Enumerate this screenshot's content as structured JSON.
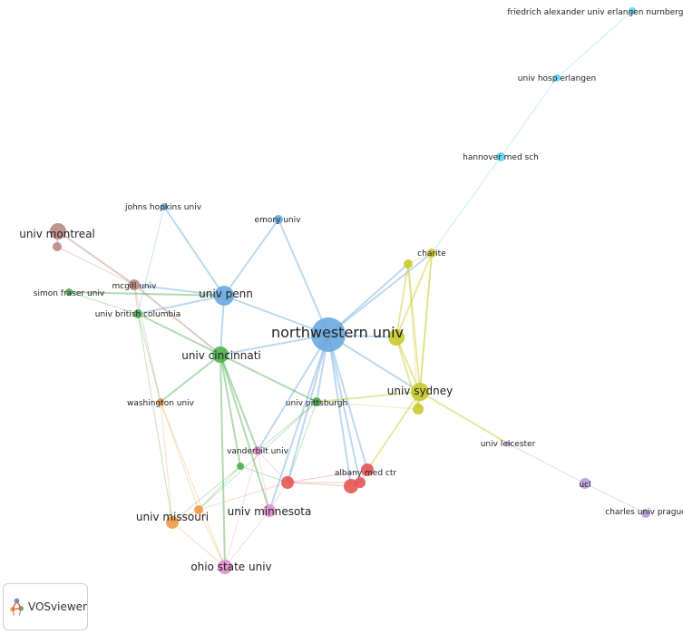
{
  "network": {
    "nodes": [
      {
        "id": "friedrich",
        "label": "friedrich alexander univ erlangen nurnberg fau",
        "cluster": "cyan"
      },
      {
        "id": "hosp_erlangen",
        "label": "univ hosp erlangen",
        "cluster": "cyan"
      },
      {
        "id": "hannover",
        "label": "hannover med sch",
        "cluster": "cyan"
      },
      {
        "id": "johns_hopkins",
        "label": "johns hopkins univ",
        "cluster": "blue"
      },
      {
        "id": "emory",
        "label": "emory univ",
        "cluster": "blue"
      },
      {
        "id": "univ_penn",
        "label": "univ penn",
        "cluster": "blue"
      },
      {
        "id": "northwestern",
        "label": "northwestern univ",
        "cluster": "blue"
      },
      {
        "id": "charite",
        "label": "charite",
        "cluster": "yellow"
      },
      {
        "id": "charite_b",
        "label": "",
        "cluster": "yellow"
      },
      {
        "id": "syd_a",
        "label": "",
        "cluster": "yellow"
      },
      {
        "id": "univ_sydney",
        "label": "univ sydney",
        "cluster": "yellow"
      },
      {
        "id": "syd_c",
        "label": "",
        "cluster": "yellow"
      },
      {
        "id": "univ_montreal",
        "label": "univ montreal",
        "cluster": "brown"
      },
      {
        "id": "montreal_b",
        "label": "",
        "cluster": "brown"
      },
      {
        "id": "mcgill",
        "label": "mcgill univ",
        "cluster": "brown"
      },
      {
        "id": "simon_fraser",
        "label": "simon fraser univ",
        "cluster": "green"
      },
      {
        "id": "ubc",
        "label": "univ british columbia",
        "cluster": "green"
      },
      {
        "id": "univ_cincinnati",
        "label": "univ cincinnati",
        "cluster": "green"
      },
      {
        "id": "univ_pittsburgh",
        "label": "univ pittsburgh",
        "cluster": "green"
      },
      {
        "id": "green_small",
        "label": "",
        "cluster": "green"
      },
      {
        "id": "washington",
        "label": "washington univ",
        "cluster": "orange"
      },
      {
        "id": "univ_missouri",
        "label": "univ missouri",
        "cluster": "orange"
      },
      {
        "id": "missouri_b",
        "label": "",
        "cluster": "orange"
      },
      {
        "id": "vanderbilt",
        "label": "vanderbilt univ",
        "cluster": "pink"
      },
      {
        "id": "univ_minnesota",
        "label": "univ minnesota",
        "cluster": "pink"
      },
      {
        "id": "ohio_state",
        "label": "ohio state univ",
        "cluster": "pink"
      },
      {
        "id": "albany",
        "label": "albany med ctr",
        "cluster": "red"
      },
      {
        "id": "red_a",
        "label": "",
        "cluster": "red"
      },
      {
        "id": "red_b",
        "label": "",
        "cluster": "red"
      },
      {
        "id": "red_c",
        "label": "",
        "cluster": "red"
      },
      {
        "id": "univ_leicester",
        "label": "univ leicester",
        "cluster": "purple"
      },
      {
        "id": "ucl",
        "label": "ucl",
        "cluster": "purple"
      },
      {
        "id": "charles_prague",
        "label": "charles univ prague",
        "cluster": "purple"
      }
    ],
    "edges": [
      {
        "source": "friedrich",
        "target": "hosp_erlangen"
      },
      {
        "source": "hosp_erlangen",
        "target": "hannover"
      },
      {
        "source": "hannover",
        "target": "charite"
      },
      {
        "source": "northwestern",
        "target": "univ_penn"
      },
      {
        "source": "northwestern",
        "target": "emory"
      },
      {
        "source": "univ_penn",
        "target": "emory"
      },
      {
        "source": "univ_penn",
        "target": "johns_hopkins"
      },
      {
        "source": "univ_penn",
        "target": "mcgill"
      },
      {
        "source": "univ_penn",
        "target": "univ_cincinnati"
      },
      {
        "source": "univ_penn",
        "target": "ubc"
      },
      {
        "source": "johns_hopkins",
        "target": "ubc"
      },
      {
        "source": "northwestern",
        "target": "charite"
      },
      {
        "source": "northwestern",
        "target": "charite_b"
      },
      {
        "source": "northwestern",
        "target": "syd_a"
      },
      {
        "source": "northwestern",
        "target": "univ_sydney"
      },
      {
        "source": "northwestern",
        "target": "albany"
      },
      {
        "source": "northwestern",
        "target": "red_a"
      },
      {
        "source": "northwestern",
        "target": "red_b"
      },
      {
        "source": "northwestern",
        "target": "red_c"
      },
      {
        "source": "northwestern",
        "target": "univ_pittsburgh"
      },
      {
        "source": "northwestern",
        "target": "univ_cincinnati"
      },
      {
        "source": "northwestern",
        "target": "vanderbilt"
      },
      {
        "source": "northwestern",
        "target": "univ_minnesota"
      },
      {
        "source": "charite",
        "target": "charite_b"
      },
      {
        "source": "charite",
        "target": "syd_a"
      },
      {
        "source": "charite",
        "target": "univ_sydney"
      },
      {
        "source": "charite",
        "target": "syd_c"
      },
      {
        "source": "charite_b",
        "target": "syd_a"
      },
      {
        "source": "charite_b",
        "target": "univ_sydney"
      },
      {
        "source": "charite_b",
        "target": "syd_c"
      },
      {
        "source": "syd_a",
        "target": "univ_sydney"
      },
      {
        "source": "syd_a",
        "target": "syd_c"
      },
      {
        "source": "univ_sydney",
        "target": "syd_c"
      },
      {
        "source": "univ_sydney",
        "target": "univ_pittsburgh"
      },
      {
        "source": "syd_c",
        "target": "univ_pittsburgh"
      },
      {
        "source": "univ_sydney",
        "target": "univ_leicester"
      },
      {
        "source": "univ_sydney",
        "target": "albany"
      },
      {
        "source": "univ_leicester",
        "target": "ucl"
      },
      {
        "source": "ucl",
        "target": "charles_prague"
      },
      {
        "source": "univ_montreal",
        "target": "mcgill"
      },
      {
        "source": "montreal_b",
        "target": "mcgill"
      },
      {
        "source": "univ_montreal",
        "target": "montreal_b"
      },
      {
        "source": "mcgill",
        "target": "ubc"
      },
      {
        "source": "mcgill",
        "target": "univ_cincinnati"
      },
      {
        "source": "mcgill",
        "target": "washington"
      },
      {
        "source": "simon_fraser",
        "target": "ubc"
      },
      {
        "source": "simon_fraser",
        "target": "univ_penn"
      },
      {
        "source": "ubc",
        "target": "univ_cincinnati"
      },
      {
        "source": "ubc",
        "target": "washington"
      },
      {
        "source": "ubc",
        "target": "univ_missouri"
      },
      {
        "source": "univ_cincinnati",
        "target": "washington"
      },
      {
        "source": "univ_cincinnati",
        "target": "univ_pittsburgh"
      },
      {
        "source": "univ_cincinnati",
        "target": "vanderbilt"
      },
      {
        "source": "univ_cincinnati",
        "target": "univ_minnesota"
      },
      {
        "source": "univ_cincinnati",
        "target": "green_small"
      },
      {
        "source": "univ_cincinnati",
        "target": "ohio_state"
      },
      {
        "source": "univ_pittsburgh",
        "target": "vanderbilt"
      },
      {
        "source": "univ_pittsburgh",
        "target": "red_a"
      },
      {
        "source": "univ_pittsburgh",
        "target": "missouri_b"
      },
      {
        "source": "washington",
        "target": "univ_missouri"
      },
      {
        "source": "washington",
        "target": "missouri_b"
      },
      {
        "source": "washington",
        "target": "ohio_state"
      },
      {
        "source": "green_small",
        "target": "univ_missouri"
      },
      {
        "source": "green_small",
        "target": "missouri_b"
      },
      {
        "source": "green_small",
        "target": "red_a"
      },
      {
        "source": "vanderbilt",
        "target": "univ_minnesota"
      },
      {
        "source": "vanderbilt",
        "target": "ohio_state"
      },
      {
        "source": "vanderbilt",
        "target": "red_a"
      },
      {
        "source": "univ_missouri",
        "target": "missouri_b"
      },
      {
        "source": "univ_missouri",
        "target": "ohio_state"
      },
      {
        "source": "missouri_b",
        "target": "ohio_state"
      },
      {
        "source": "missouri_b",
        "target": "red_a"
      },
      {
        "source": "univ_minnesota",
        "target": "ohio_state"
      },
      {
        "source": "univ_minnesota",
        "target": "red_a"
      },
      {
        "source": "red_a",
        "target": "albany"
      },
      {
        "source": "red_a",
        "target": "red_b"
      },
      {
        "source": "red_a",
        "target": "red_c"
      },
      {
        "source": "albany",
        "target": "red_b"
      },
      {
        "source": "albany",
        "target": "red_c"
      },
      {
        "source": "red_b",
        "target": "red_c"
      }
    ]
  },
  "colors": {
    "cyan": "#5ccfef",
    "blue": "#6aa9dd",
    "yellow": "#c9c92c",
    "brown": "#b98a84",
    "green": "#4fae4f",
    "orange": "#ee9a45",
    "pink": "#e28fd0",
    "red": "#e45656",
    "purple": "#b99ad9"
  },
  "logo": {
    "text": "VOSviewer",
    "icon": "vosviewer-logo-icon"
  }
}
